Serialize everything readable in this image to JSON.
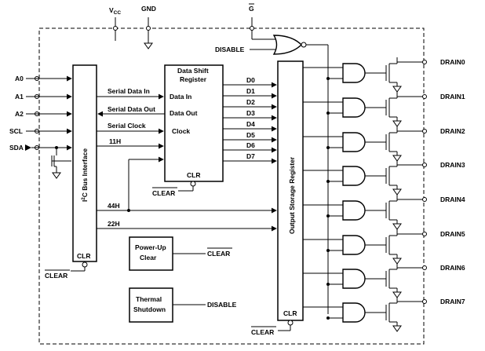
{
  "power": {
    "vcc_base": "V",
    "vcc_sub": "CC",
    "gnd": "GND",
    "g": "G"
  },
  "inputs": [
    "A0",
    "A1",
    "A2",
    "SCL",
    "SDA"
  ],
  "i2c": {
    "title_pre": "I",
    "title_sup": "2",
    "title_post": "C Bus Interface",
    "clr": "CLR",
    "clear": "CLEAR"
  },
  "bus_signals": {
    "serial_data_in": "Serial Data In",
    "serial_data_out": "Serial Data Out",
    "serial_clock": "Serial Clock",
    "h11": "11H",
    "h44": "44H",
    "h22": "22H"
  },
  "shift_register": {
    "title_line1": "Data Shift",
    "title_line2": "Register",
    "data_in": "Data In",
    "data_out": "Data Out",
    "clock": "Clock",
    "clr": "CLR",
    "clear": "CLEAR"
  },
  "data_lines": [
    "D0",
    "D1",
    "D2",
    "D3",
    "D4",
    "D5",
    "D6",
    "D7"
  ],
  "output_register": {
    "title": "Output Storage Register",
    "clr": "CLR",
    "clear": "CLEAR"
  },
  "disable_gate_label": "DISABLE",
  "power_up": {
    "line1": "Power-Up",
    "line2": "Clear",
    "out": "CLEAR"
  },
  "thermal": {
    "line1": "Thermal",
    "line2": "Shutdown",
    "out": "DISABLE"
  },
  "outputs": [
    "DRAIN0",
    "DRAIN1",
    "DRAIN2",
    "DRAIN3",
    "DRAIN4",
    "DRAIN5",
    "DRAIN6",
    "DRAIN7"
  ]
}
